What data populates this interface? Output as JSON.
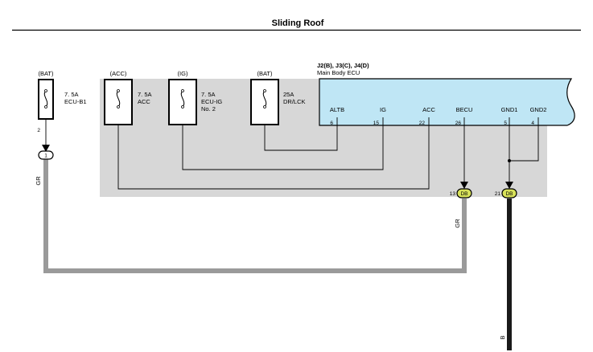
{
  "title": "Sliding Roof",
  "ecu": {
    "connectors": "J2(B), J3(C), J4(D)",
    "name": "Main Body ECU",
    "terminals": [
      {
        "label": "ALTB",
        "pin": "6"
      },
      {
        "label": "IG",
        "pin": "15"
      },
      {
        "label": "ACC",
        "pin": "22"
      },
      {
        "label": "BECU",
        "pin": "26"
      },
      {
        "label": "GND1",
        "pin": "5"
      },
      {
        "label": "GND2",
        "pin": "4"
      }
    ]
  },
  "fuses": [
    {
      "supply": "(BAT)",
      "rating": "7. 5A",
      "name": "ECU-B1",
      "name2": "",
      "pin": "2"
    },
    {
      "supply": "(ACC)",
      "rating": "7. 5A",
      "name": "ACC",
      "name2": "",
      "pin": ""
    },
    {
      "supply": "(IG)",
      "rating": "7. 5A",
      "name": "ECU-IG",
      "name2": "No. 2",
      "pin": ""
    },
    {
      "supply": "(BAT)",
      "rating": "25A",
      "name": "DR/LCK",
      "name2": "",
      "pin": ""
    }
  ],
  "junctions": [
    {
      "pin": "1",
      "code": ""
    },
    {
      "pin": "13",
      "code": "DB"
    },
    {
      "pin": "21",
      "code": "DB"
    }
  ],
  "wire_colors": {
    "left": "GR",
    "becu": "GR",
    "ground": "B"
  },
  "colors": {
    "panel": "#d7d7d7",
    "ecu_fill": "#bfe6f5",
    "gray_wire": "#9a9a9a",
    "black_wire": "#1a1a1a",
    "connector_fill": "#d8e25a"
  }
}
